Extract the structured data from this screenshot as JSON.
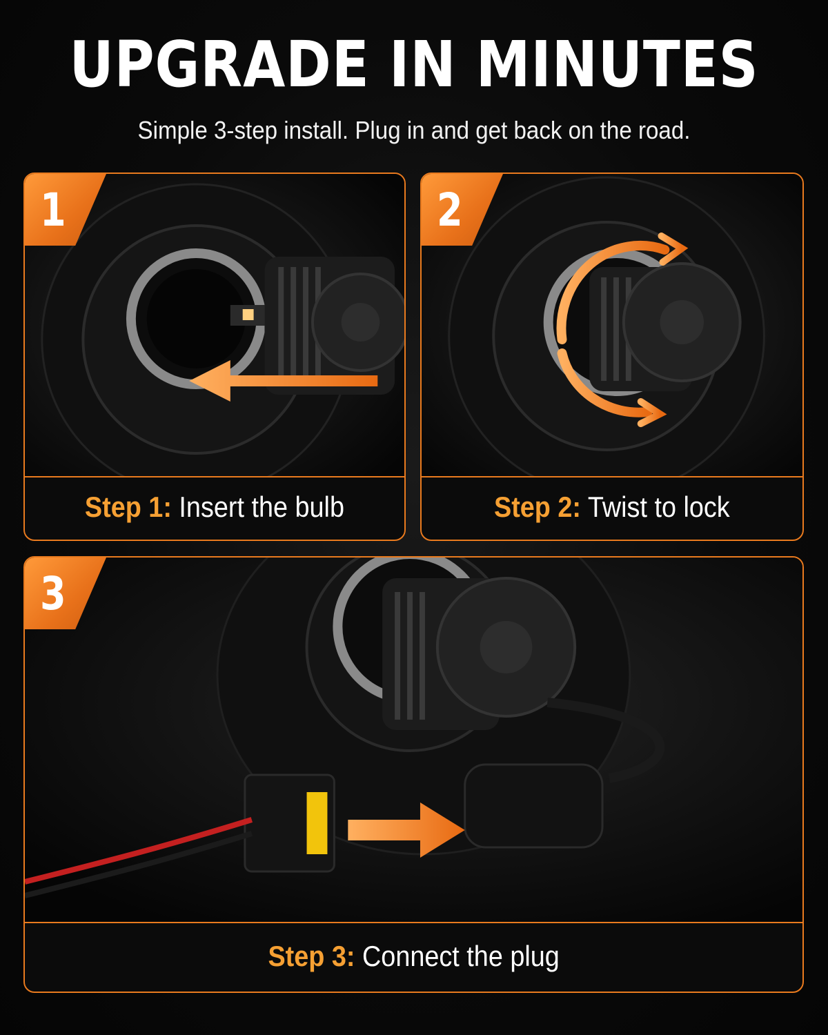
{
  "header": {
    "title": "UPGRADE IN MINUTES",
    "subtitle": "Simple 3-step install. Plug in and get back on the road."
  },
  "colors": {
    "accent": "#e97a1e",
    "label": "#f6a033",
    "background": "#080808"
  },
  "steps": [
    {
      "number": "1",
      "label": "Step 1:",
      "text": "Insert the bulb",
      "icon": "insert-arrow-icon"
    },
    {
      "number": "2",
      "label": "Step 2:",
      "text": "Twist to lock",
      "icon": "rotate-arrows-icon"
    },
    {
      "number": "3",
      "label": "Step 3:",
      "text": "Connect the plug",
      "icon": "connect-arrow-icon"
    }
  ]
}
